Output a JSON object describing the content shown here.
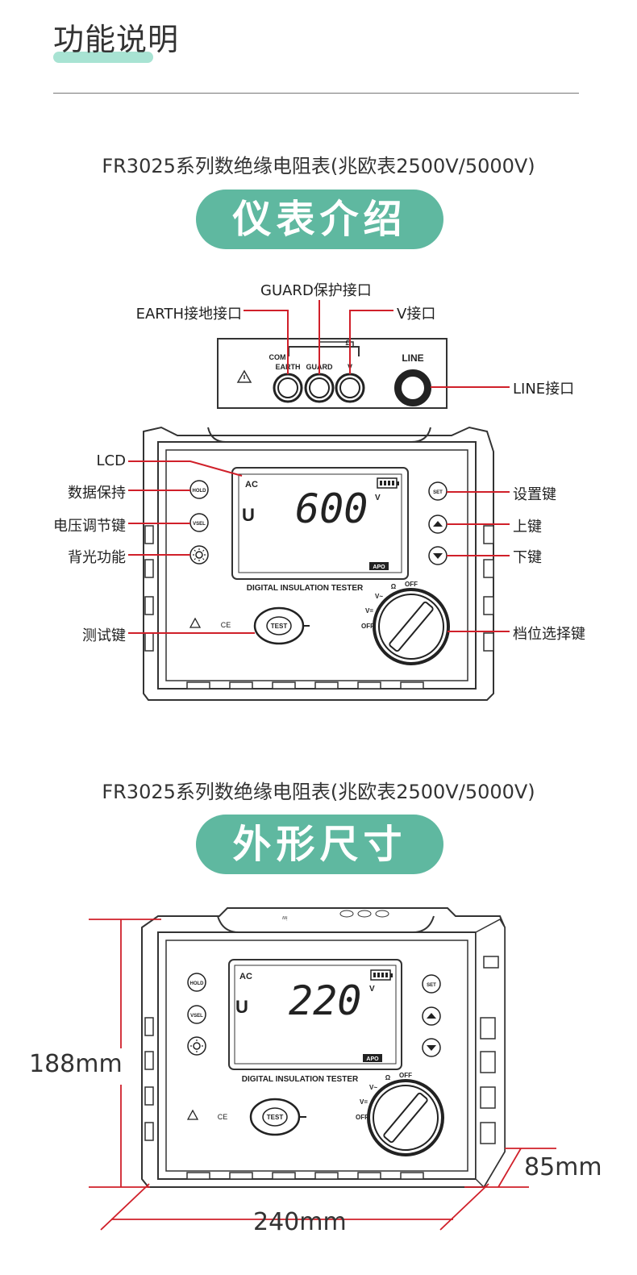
{
  "header": {
    "title": "功能说明"
  },
  "section_intro": {
    "subtitle": "FR3025系列数绝缘电阻表(兆欧表2500V/5000V)",
    "pill": "仪表介绍",
    "terminal_labels": {
      "guard": "GUARD保护接口",
      "earth": "EARTH接地接口",
      "v": "V接口",
      "line": "LINE接口"
    },
    "panel_marks": {
      "com": "COM",
      "earth": "EARTH",
      "guard": "GUARD",
      "v": "V",
      "line": "LINE",
      "ohm": "Ω"
    },
    "callouts_left": [
      "LCD",
      "数据保持",
      "电压调节键",
      "背光功能",
      "测试键"
    ],
    "callouts_right": [
      "设置键",
      "上键",
      "下键",
      "档位选择键"
    ],
    "device": {
      "lcd_ac": "AC",
      "lcd_u": "U",
      "lcd_value": "600",
      "lcd_unit": "V",
      "lcd_apo": "APO",
      "model_text": "DIGITAL INSULATION TESTER",
      "btn_hold": "HOLD",
      "btn_vsel": "VSEL",
      "btn_set": "SET",
      "btn_test": "TEST",
      "ce": "CE",
      "dial_labels": [
        "Ω",
        "OFF",
        "V~",
        "V=",
        "OFF"
      ]
    }
  },
  "section_dims": {
    "subtitle": "FR3025系列数绝缘电阻表(兆欧表2500V/5000V)",
    "pill": "外形尺寸",
    "height": "188mm",
    "depth": "85mm",
    "width": "240mm",
    "device": {
      "lcd_ac": "AC",
      "lcd_u": "U",
      "lcd_value": "220",
      "lcd_unit": "V",
      "lcd_apo": "APO",
      "model_text": "DIGITAL INSULATION TESTER",
      "btn_hold": "HOLD",
      "btn_vsel": "VSEL",
      "btn_set": "SET",
      "btn_test": "TEST",
      "ce": "CE",
      "dial_labels": [
        "Ω",
        "OFF",
        "V~",
        "V=",
        "OFF"
      ]
    }
  },
  "colors": {
    "accent": "#5fb8a0",
    "highlight": "#a8e3d3",
    "callout_line": "#d0202a"
  }
}
